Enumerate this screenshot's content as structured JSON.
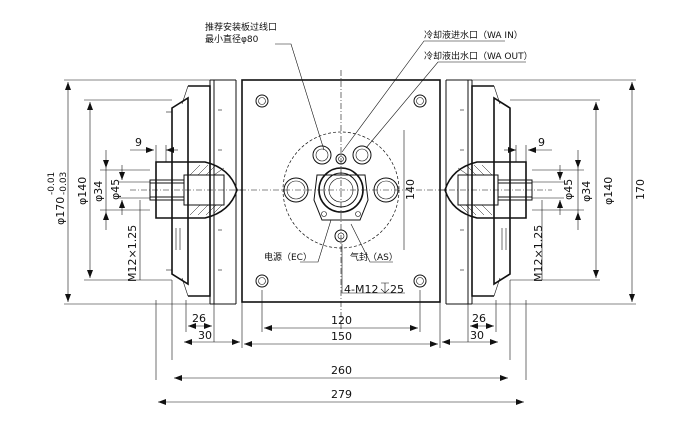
{
  "notes": {
    "mount_hole_line1": "推荐安装板过线口",
    "mount_hole_line2": "最小直径φ80",
    "coolant_in": "冷却液进水口（WA IN）",
    "coolant_out": "冷却液出水口（WA OUT）",
    "power": "电源（EC）",
    "air_seal": "气封（AS）",
    "tapped_holes": "4-M12",
    "tapped_depth": "25"
  },
  "dimensions": {
    "d_170_tol": "φ170",
    "tol_upper": "-0.01",
    "tol_lower": "-0.03",
    "d140_left": "φ140",
    "d34_left": "φ34",
    "d45_left": "φ45",
    "m12_left": "M12×1.25",
    "nine_left": "9",
    "d140_right": "φ140",
    "d34_right": "φ34",
    "d45_right": "φ45",
    "m12_right": "M12×1.25",
    "nine_right": "9",
    "d170_right": "170",
    "center_140": "140",
    "w26_left": "26",
    "w30_left": "30",
    "w26_right": "26",
    "w30_right": "30",
    "w120": "120",
    "w150": "150",
    "w260": "260",
    "w279": "279"
  }
}
